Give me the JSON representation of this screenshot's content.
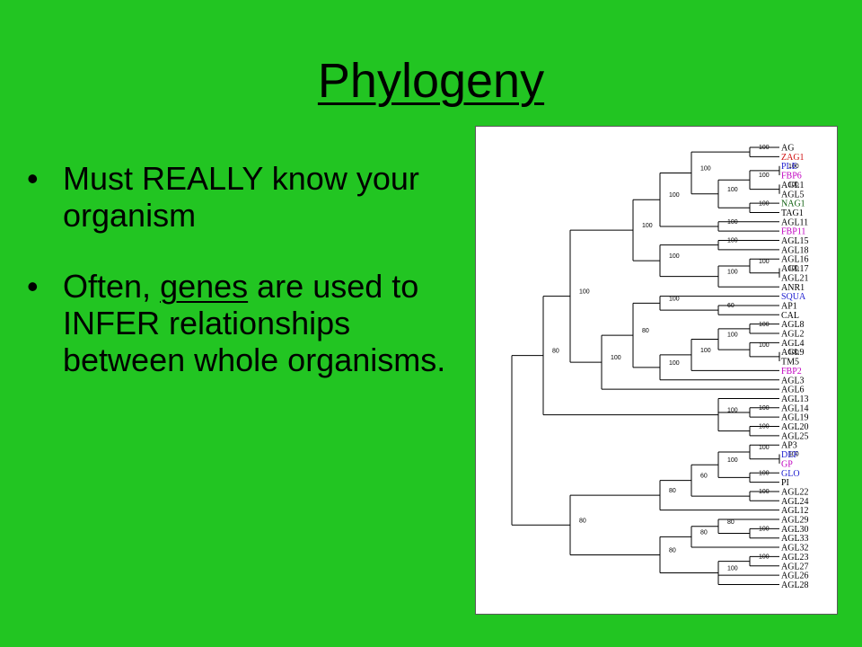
{
  "slide": {
    "title": "Phylogeny",
    "bullet1": "Must REALLY know your organism",
    "bullet2_pre": "Often, ",
    "bullet2_link": "genes",
    "bullet2_post": " are used to INFER relationships between whole organisms."
  },
  "colors": {
    "background": "#22c522",
    "leaf_black": "#000000",
    "leaf_red": "#d01010",
    "leaf_magenta": "#c000c0",
    "leaf_blue": "#2020d0",
    "leaf_green": "#106010"
  },
  "tree": {
    "leaves": [
      {
        "label": "AG",
        "color": "black"
      },
      {
        "label": "ZAG1",
        "color": "red"
      },
      {
        "label": "PLE",
        "color": "blue"
      },
      {
        "label": "FBP6",
        "color": "magenta"
      },
      {
        "label": "AGL1",
        "color": "black"
      },
      {
        "label": "AGL5",
        "color": "black"
      },
      {
        "label": "NAG1",
        "color": "green"
      },
      {
        "label": "TAG1",
        "color": "black"
      },
      {
        "label": "AGL11",
        "color": "black"
      },
      {
        "label": "FBP11",
        "color": "magenta"
      },
      {
        "label": "AGL15",
        "color": "black"
      },
      {
        "label": "AGL18",
        "color": "black"
      },
      {
        "label": "AGL16",
        "color": "black"
      },
      {
        "label": "AGL17",
        "color": "black"
      },
      {
        "label": "AGL21",
        "color": "black"
      },
      {
        "label": "ANR1",
        "color": "black"
      },
      {
        "label": "SQUA",
        "color": "blue"
      },
      {
        "label": "AP1",
        "color": "black"
      },
      {
        "label": "CAL",
        "color": "black"
      },
      {
        "label": "AGL8",
        "color": "black"
      },
      {
        "label": "AGL2",
        "color": "black"
      },
      {
        "label": "AGL4",
        "color": "black"
      },
      {
        "label": "AGL9",
        "color": "black"
      },
      {
        "label": "TM5",
        "color": "black"
      },
      {
        "label": "FBP2",
        "color": "magenta"
      },
      {
        "label": "AGL3",
        "color": "black"
      },
      {
        "label": "AGL6",
        "color": "black"
      },
      {
        "label": "AGL13",
        "color": "black"
      },
      {
        "label": "AGL14",
        "color": "black"
      },
      {
        "label": "AGL19",
        "color": "black"
      },
      {
        "label": "AGL20",
        "color": "black"
      },
      {
        "label": "AGL25",
        "color": "black"
      },
      {
        "label": "AP3",
        "color": "black"
      },
      {
        "label": "DEF",
        "color": "blue"
      },
      {
        "label": "GP",
        "color": "magenta"
      },
      {
        "label": "GLO",
        "color": "blue"
      },
      {
        "label": "PI",
        "color": "black"
      },
      {
        "label": "AGL22",
        "color": "black"
      },
      {
        "label": "AGL24",
        "color": "black"
      },
      {
        "label": "AGL12",
        "color": "black"
      },
      {
        "label": "AGL29",
        "color": "black"
      },
      {
        "label": "AGL30",
        "color": "black"
      },
      {
        "label": "AGL33",
        "color": "black"
      },
      {
        "label": "AGL32",
        "color": "black"
      },
      {
        "label": "AGL23",
        "color": "black"
      },
      {
        "label": "AGL27",
        "color": "black"
      },
      {
        "label": "AGL26",
        "color": "black"
      },
      {
        "label": "AGL28",
        "color": "black"
      }
    ],
    "nodes": [
      {
        "id": "n1",
        "depth": 9,
        "children": [
          0,
          1
        ],
        "support": "100"
      },
      {
        "id": "n2",
        "depth": 10,
        "children": [
          2,
          3
        ],
        "support": "100"
      },
      {
        "id": "n3",
        "depth": 10,
        "children": [
          4,
          5
        ],
        "support": "100"
      },
      {
        "id": "n4",
        "depth": 9,
        "children": [
          "n2",
          "n3"
        ],
        "support": "100"
      },
      {
        "id": "n5",
        "depth": 9,
        "children": [
          6,
          7
        ],
        "support": "100"
      },
      {
        "id": "n6",
        "depth": 8,
        "children": [
          "n4",
          "n5"
        ],
        "support": "100"
      },
      {
        "id": "n7",
        "depth": 7,
        "children": [
          "n1",
          "n6"
        ],
        "support": "100"
      },
      {
        "id": "n8",
        "depth": 8,
        "children": [
          8,
          9
        ],
        "support": "100"
      },
      {
        "id": "n9",
        "depth": 6,
        "children": [
          "n7",
          "n8"
        ],
        "support": "100"
      },
      {
        "id": "n10",
        "depth": 8,
        "children": [
          10,
          11
        ],
        "support": "100"
      },
      {
        "id": "n11",
        "depth": 10,
        "children": [
          13,
          14
        ],
        "support": "100"
      },
      {
        "id": "n12",
        "depth": 9,
        "children": [
          12,
          "n11"
        ],
        "support": "100"
      },
      {
        "id": "n13",
        "depth": 8,
        "children": [
          "n12",
          15
        ],
        "support": "100"
      },
      {
        "id": "n14",
        "depth": 6,
        "children": [
          "n10",
          "n13"
        ],
        "support": "100"
      },
      {
        "id": "n15",
        "depth": 5,
        "children": [
          "n9",
          "n14"
        ],
        "support": "100"
      },
      {
        "id": "n16",
        "depth": 8,
        "children": [
          17,
          18
        ],
        "support": "60"
      },
      {
        "id": "n17",
        "depth": 6,
        "children": [
          16,
          "n16"
        ],
        "support": "100"
      },
      {
        "id": "n18",
        "depth": 9,
        "children": [
          19,
          20
        ],
        "support": "100"
      },
      {
        "id": "n19",
        "depth": 10,
        "children": [
          22,
          23
        ],
        "support": "100"
      },
      {
        "id": "n20",
        "depth": 9,
        "children": [
          21,
          "n19"
        ],
        "support": "100"
      },
      {
        "id": "n21",
        "depth": 8,
        "children": [
          "n18",
          "n20"
        ],
        "support": "100"
      },
      {
        "id": "n22",
        "depth": 7,
        "children": [
          "n21",
          24
        ],
        "support": "100"
      },
      {
        "id": "n23",
        "depth": 6,
        "children": [
          "n22",
          25
        ],
        "support": "100"
      },
      {
        "id": "n24",
        "depth": 5,
        "children": [
          "n17",
          "n23"
        ],
        "support": "80"
      },
      {
        "id": "n25",
        "depth": 4,
        "children": [
          "n24",
          26
        ],
        "support": "100"
      },
      {
        "id": "n26",
        "depth": 3,
        "children": [
          "n15",
          "n25"
        ],
        "support": "100"
      },
      {
        "id": "n27",
        "depth": 9,
        "children": [
          28,
          29
        ],
        "support": "100"
      },
      {
        "id": "n28",
        "depth": 9,
        "children": [
          30,
          31
        ],
        "support": "100"
      },
      {
        "id": "n29",
        "depth": 8,
        "children": [
          27,
          "n27",
          "n28"
        ],
        "support": "100"
      },
      {
        "id": "n30",
        "depth": 2,
        "children": [
          "n26",
          "n29"
        ],
        "support": "80"
      },
      {
        "id": "n31",
        "depth": 10,
        "children": [
          33,
          34
        ],
        "support": "100"
      },
      {
        "id": "n32",
        "depth": 9,
        "children": [
          32,
          "n31"
        ],
        "support": "100"
      },
      {
        "id": "n33",
        "depth": 9,
        "children": [
          35,
          36
        ],
        "support": "100"
      },
      {
        "id": "n34",
        "depth": 8,
        "children": [
          "n32",
          "n33"
        ],
        "support": "100"
      },
      {
        "id": "n35",
        "depth": 9,
        "children": [
          37,
          38
        ],
        "support": "100"
      },
      {
        "id": "n36",
        "depth": 7,
        "children": [
          "n34",
          "n35"
        ],
        "support": "60"
      },
      {
        "id": "n37",
        "depth": 6,
        "children": [
          "n36",
          39
        ],
        "support": "80"
      },
      {
        "id": "n38",
        "depth": 9,
        "children": [
          41,
          42
        ],
        "support": "100"
      },
      {
        "id": "n39",
        "depth": 8,
        "children": [
          40,
          "n38"
        ],
        "support": "80"
      },
      {
        "id": "n40",
        "depth": 7,
        "children": [
          "n39",
          43
        ],
        "support": "80"
      },
      {
        "id": "n41",
        "depth": 9,
        "children": [
          44,
          45
        ],
        "support": "100"
      },
      {
        "id": "n42",
        "depth": 8,
        "children": [
          "n41",
          46,
          47
        ],
        "support": "100"
      },
      {
        "id": "n43",
        "depth": 6,
        "children": [
          "n40",
          "n42"
        ],
        "support": "80"
      },
      {
        "id": "n44",
        "depth": 3,
        "children": [
          "n37",
          "n43"
        ],
        "support": "80"
      },
      {
        "id": "root",
        "depth": 1,
        "children": [
          "n30",
          "n44"
        ],
        "support": ""
      }
    ]
  }
}
